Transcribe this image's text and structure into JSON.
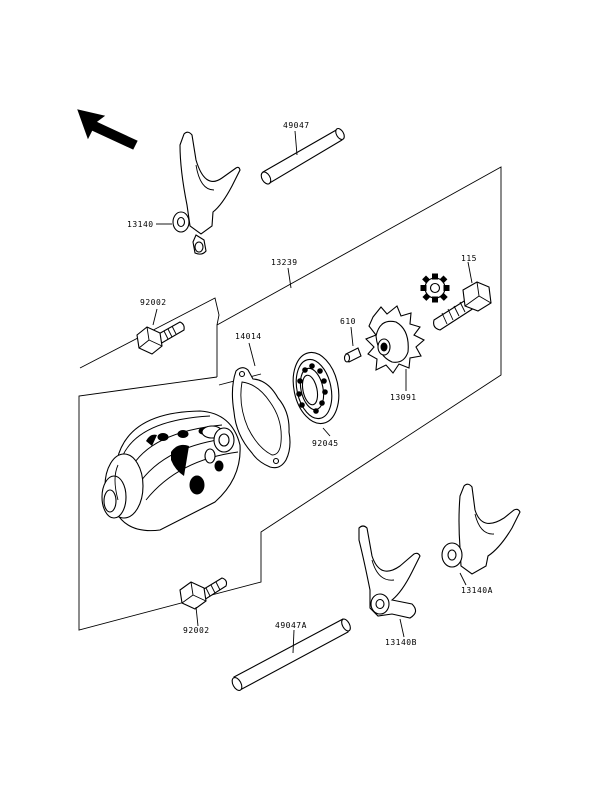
{
  "diagram": {
    "callouts": {
      "shaft_top": "49047",
      "fork_top": "13140",
      "assembly": "13239",
      "bolt_left_top": "92002",
      "gasket": "14014",
      "pin": "610",
      "bolt_right": "115",
      "star_cam": "13091",
      "bearing": "92045",
      "bolt_left_bottom": "92002",
      "fork_right": "13140A",
      "shaft_bottom": "49047A",
      "fork_mid": "13140B"
    },
    "icons": {
      "direction": "front-arrow-icon",
      "badge": "gear-icon"
    },
    "colors": {
      "ink": "#000000",
      "paper": "#ffffff"
    }
  }
}
